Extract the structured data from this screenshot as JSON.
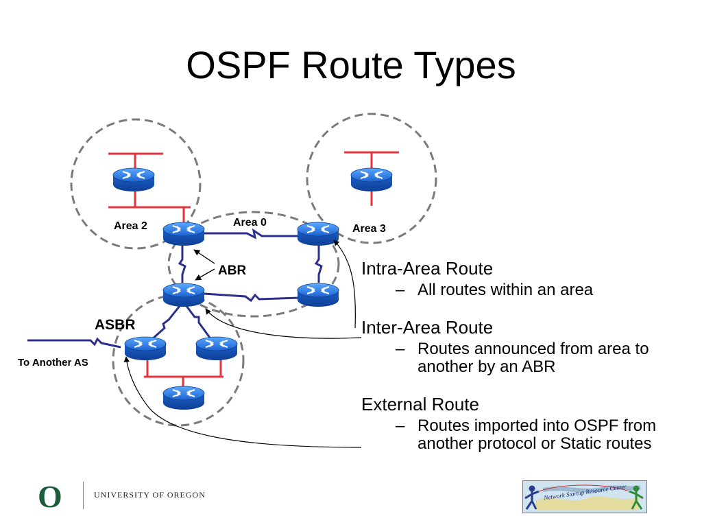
{
  "slide": {
    "title": "OSPF Route Types"
  },
  "diagram": {
    "labels": {
      "area0": "Area 0",
      "area2": "Area 2",
      "area3": "Area 3",
      "abr": "ABR",
      "asbr": "ASBR",
      "to_another_as": "To Another AS"
    },
    "colors": {
      "router_blue": "#1f6fd6",
      "link_navy": "#2b2f8a",
      "lan_red": "#e8323c",
      "area_dash": "#7a7a7a"
    }
  },
  "bullets": [
    {
      "heading": "Intra-Area Route",
      "sub": [
        "All routes within an area"
      ]
    },
    {
      "heading": "Inter-Area Route",
      "sub": [
        "Routes announced from area to",
        "another by an ABR"
      ]
    },
    {
      "heading": "External Route",
      "sub": [
        "Routes imported into OSPF from",
        "another protocol or Static routes"
      ]
    }
  ],
  "footer": {
    "university_mark": "O",
    "university_name": "UNIVERSITY OF OREGON",
    "partner_logo": "Network Startup Resource Center"
  }
}
